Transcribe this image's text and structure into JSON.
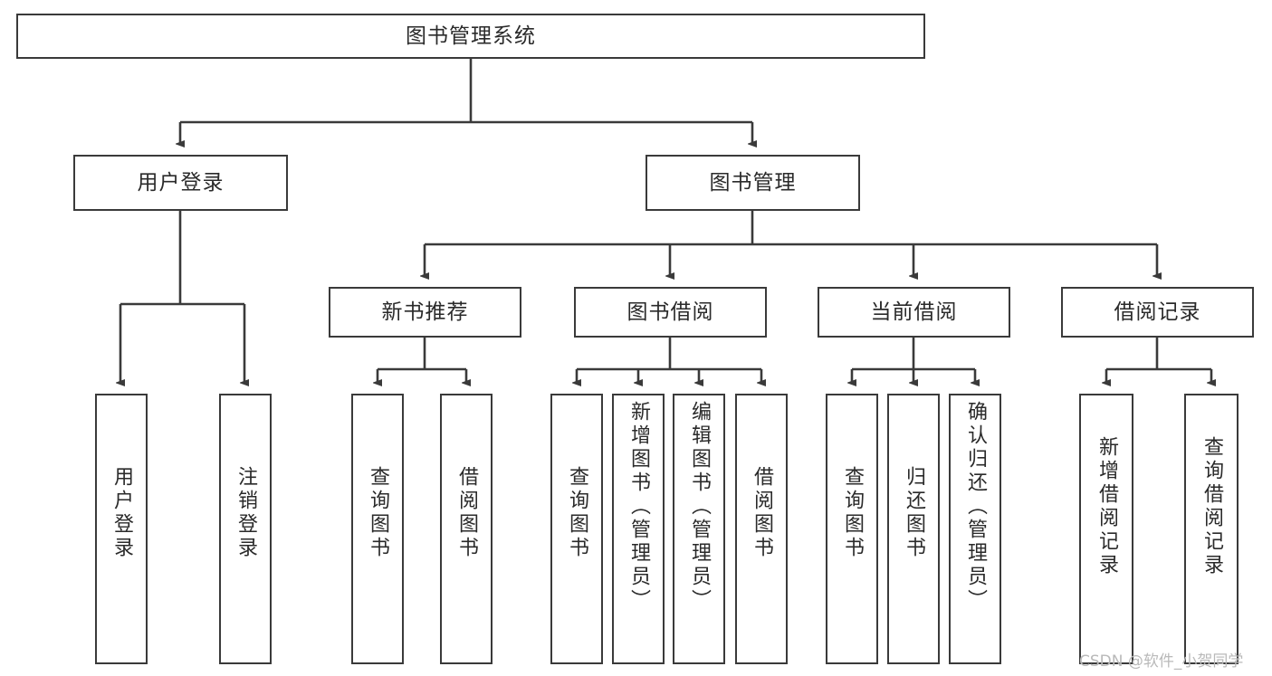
{
  "diagram": {
    "type": "tree-hierarchy",
    "title": "图书管理系统",
    "orientation": "top-down",
    "watermark": "CSDN @软件_小贺同学",
    "colors": {
      "border": "#3a3a3a",
      "fill": "#ffffff",
      "text": "#2a2a2a",
      "edge": "#3a3a3a",
      "watermark": "#b9b9b9"
    },
    "nodes": {
      "root": {
        "label": "图书管理系统"
      },
      "tier2": [
        {
          "label": "用户登录"
        },
        {
          "label": "图书管理"
        }
      ],
      "tier3": [
        {
          "label": "新书推荐"
        },
        {
          "label": "图书借阅"
        },
        {
          "label": "当前借阅"
        },
        {
          "label": "借阅记录"
        }
      ],
      "leaves": {
        "user_login": [
          {
            "label": "用户登录"
          },
          {
            "label": "注销登录"
          }
        ],
        "new_book": [
          {
            "label": "查询图书"
          },
          {
            "label": "借阅图书"
          }
        ],
        "borrow_book": [
          {
            "label": "查询图书"
          },
          {
            "label": "新增图书（管理员）"
          },
          {
            "label": "编辑图书（管理员）"
          },
          {
            "label": "借阅图书"
          }
        ],
        "current_borrow": [
          {
            "label": "查询图书"
          },
          {
            "label": "归还图书"
          },
          {
            "label": "确认归还（管理员）"
          }
        ],
        "borrow_record": [
          {
            "label": "新增借阅记录"
          },
          {
            "label": "查询借阅记录"
          }
        ]
      }
    }
  }
}
